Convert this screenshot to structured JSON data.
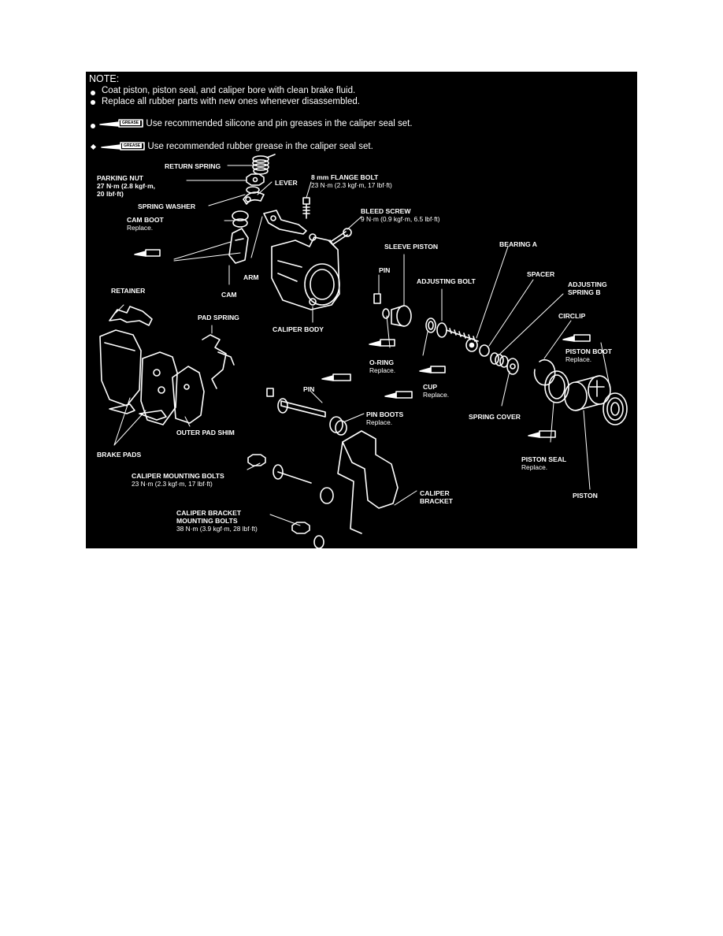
{
  "note": {
    "title": "NOTE:",
    "items": [
      "Coat piston, piston seal, and caliper bore with clean brake fluid.",
      "Replace all rubber parts with new ones whenever disassembled.",
      ": Use recommended silicone and pin greases in the caliper seal set.",
      ": Use recommended rubber grease in the caliper seal set."
    ],
    "grease_tag": "GREASE"
  },
  "labels": {
    "return_spring": "RETURN SPRING",
    "parking_nut": "PARKING NUT",
    "parking_nut_torque_1": "27 N·m (2.8 kgf·m,",
    "parking_nut_torque_2": "20 lbf·ft)",
    "spring_washer": "SPRING WASHER",
    "lever": "LEVER",
    "cam_boot": "CAM BOOT",
    "replace": "Replace.",
    "arm": "ARM",
    "cam": "CAM",
    "flange_bolt": "8 mm FLANGE BOLT",
    "flange_bolt_torque": "23 N·m (2.3 kgf·m, 17 lbf·ft)",
    "bleed_screw": "BLEED SCREW",
    "bleed_screw_torque": "9 N·m (0.9 kgf·m, 6.5 lbf·ft)",
    "sleeve_piston": "SLEEVE PISTON",
    "bearing_a": "BEARING A",
    "pin": "PIN",
    "adjusting_bolt": "ADJUSTING BOLT",
    "spacer": "SPACER",
    "adjusting_spring_b_1": "ADJUSTING",
    "adjusting_spring_b_2": "SPRING B",
    "circlip": "CIRCLIP",
    "retainer": "RETAINER",
    "pad_spring": "PAD SPRING",
    "caliper_body": "CALIPER BODY",
    "o_ring": "O-RING",
    "cup": "CUP",
    "piston_boot": "PISTON BOOT",
    "pin_boots": "PIN BOOTS",
    "spring_cover": "SPRING COVER",
    "outer_pad_shim": "OUTER PAD SHIM",
    "brake_pads": "BRAKE PADS",
    "piston_seal": "PISTON SEAL",
    "caliper_mounting_bolts": "CALIPER MOUNTING BOLTS",
    "caliper_mounting_torque": "23 N·m (2.3 kgf·m, 17 lbf·ft)",
    "caliper_bracket_1": "CALIPER",
    "caliper_bracket_2": "BRACKET",
    "piston": "PISTON",
    "bracket_bolts_1": "CALIPER BRACKET",
    "bracket_bolts_2": "MOUNTING BOLTS",
    "bracket_bolts_torque": "38 N·m (3.9 kgf·m, 28 lbf·ft)"
  },
  "colors": {
    "background": "#000000",
    "ink": "#ffffff",
    "page": "#ffffff"
  }
}
